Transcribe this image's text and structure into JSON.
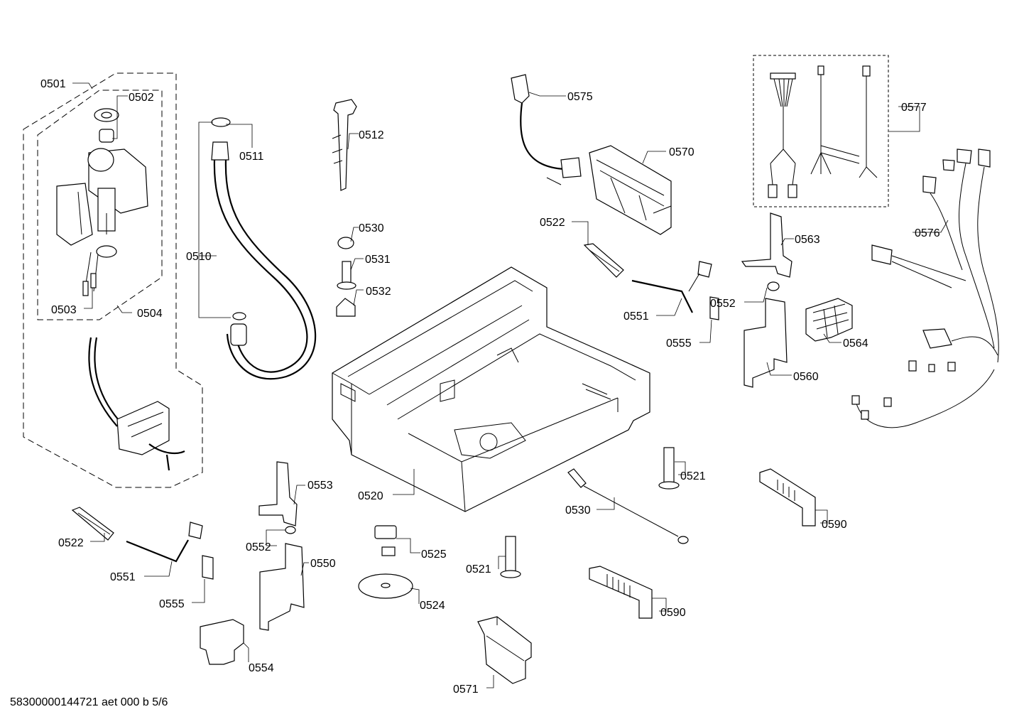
{
  "document_id": "58300000144721 aet 000 b 5/6",
  "parts": [
    {
      "id": "p0501",
      "label": "0501"
    },
    {
      "id": "p0502",
      "label": "0502"
    },
    {
      "id": "p0503",
      "label": "0503"
    },
    {
      "id": "p0504",
      "label": "0504"
    },
    {
      "id": "p0510",
      "label": "0510"
    },
    {
      "id": "p0511",
      "label": "0511"
    },
    {
      "id": "p0512",
      "label": "0512"
    },
    {
      "id": "p0530a",
      "label": "0530"
    },
    {
      "id": "p0531",
      "label": "0531"
    },
    {
      "id": "p0532",
      "label": "0532"
    },
    {
      "id": "p0575",
      "label": "0575"
    },
    {
      "id": "p0570",
      "label": "0570"
    },
    {
      "id": "p0577",
      "label": "0577"
    },
    {
      "id": "p0576",
      "label": "0576"
    },
    {
      "id": "p0522a",
      "label": "0522"
    },
    {
      "id": "p0563",
      "label": "0563"
    },
    {
      "id": "p0551a",
      "label": "0551"
    },
    {
      "id": "p0552a",
      "label": "0552"
    },
    {
      "id": "p0555a",
      "label": "0555"
    },
    {
      "id": "p0564",
      "label": "0564"
    },
    {
      "id": "p0560",
      "label": "0560"
    },
    {
      "id": "p0520",
      "label": "0520"
    },
    {
      "id": "p0553",
      "label": "0553"
    },
    {
      "id": "p0552b",
      "label": "0552"
    },
    {
      "id": "p0550",
      "label": "0550"
    },
    {
      "id": "p0522b",
      "label": "0522"
    },
    {
      "id": "p0551b",
      "label": "0551"
    },
    {
      "id": "p0555b",
      "label": "0555"
    },
    {
      "id": "p0554",
      "label": "0554"
    },
    {
      "id": "p0525",
      "label": "0525"
    },
    {
      "id": "p0524",
      "label": "0524"
    },
    {
      "id": "p0521a",
      "label": "0521"
    },
    {
      "id": "p0521b",
      "label": "0521"
    },
    {
      "id": "p0530b",
      "label": "0530"
    },
    {
      "id": "p0590a",
      "label": "0590"
    },
    {
      "id": "p0590b",
      "label": "0590"
    },
    {
      "id": "p0571",
      "label": "0571"
    }
  ]
}
